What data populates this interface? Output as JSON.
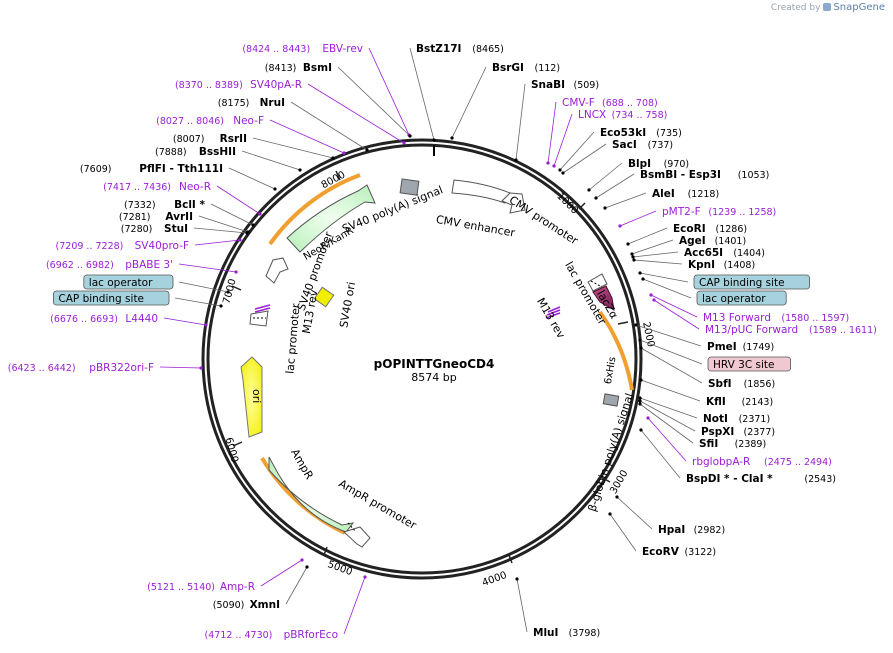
{
  "credit": {
    "prefix": "Created by",
    "brand": "SnapGene"
  },
  "plasmid": {
    "name": "pOPINTTGneoCD4",
    "size_label": "8574 bp"
  },
  "colors": {
    "site": "#000000",
    "primer": "#9a1ed6",
    "cap": "#a6d2de",
    "hrv": "#f0c8d2",
    "leader": "#666666"
  },
  "ruler": [
    {
      "label": "1000"
    },
    {
      "label": "2000"
    },
    {
      "label": "3000"
    },
    {
      "label": "4000"
    },
    {
      "label": "5000"
    },
    {
      "label": "6000"
    },
    {
      "label": "7000"
    },
    {
      "label": "8000"
    }
  ],
  "right_labels": [
    {
      "name": "BstZ17I",
      "pos": "(8465)",
      "kind": "site"
    },
    {
      "name": "BsrGI",
      "pos": "(112)",
      "kind": "site"
    },
    {
      "name": "SnaBI",
      "pos": "(509)",
      "kind": "site"
    },
    {
      "name": "CMV-F",
      "pos": "(688 .. 708)",
      "kind": "primer"
    },
    {
      "name": "LNCX",
      "pos": "(734 .. 758)",
      "kind": "primer"
    },
    {
      "name": "Eco53kI",
      "pos": "(735)",
      "kind": "site"
    },
    {
      "name": "SacI",
      "pos": "(737)",
      "kind": "site"
    },
    {
      "name": "BlpI",
      "pos": "(970)",
      "kind": "site"
    },
    {
      "name": "BsmBI - Esp3I",
      "pos": "(1053)",
      "kind": "site"
    },
    {
      "name": "AleI",
      "pos": "(1218)",
      "kind": "site"
    },
    {
      "name": "pMT2-F",
      "pos": "(1239 .. 1258)",
      "kind": "primer"
    },
    {
      "name": "EcoRI",
      "pos": "(1286)",
      "kind": "site"
    },
    {
      "name": "AgeI",
      "pos": "(1401)",
      "kind": "site"
    },
    {
      "name": "Acc65I",
      "pos": "(1404)",
      "kind": "site"
    },
    {
      "name": "KpnI",
      "pos": "(1408)",
      "kind": "site"
    },
    {
      "name": "CAP binding site",
      "pos": "",
      "kind": "cap"
    },
    {
      "name": "lac operator",
      "pos": "",
      "kind": "cap"
    },
    {
      "name": "M13 Forward",
      "pos": "(1580 .. 1597)",
      "kind": "primer"
    },
    {
      "name": "M13/pUC Forward",
      "pos": "(1589 .. 1611)",
      "kind": "primer"
    },
    {
      "name": "PmeI",
      "pos": "(1749)",
      "kind": "site"
    },
    {
      "name": "HRV 3C site",
      "pos": "",
      "kind": "hrv"
    },
    {
      "name": "SbfI",
      "pos": "(1856)",
      "kind": "site"
    },
    {
      "name": "KflI",
      "pos": "(2143)",
      "kind": "site"
    },
    {
      "name": "NotI",
      "pos": "(2371)",
      "kind": "site"
    },
    {
      "name": "PspXI",
      "pos": "(2377)",
      "kind": "site"
    },
    {
      "name": "SfiI",
      "pos": "(2389)",
      "kind": "site"
    },
    {
      "name": "rbglobpA-R",
      "pos": "(2475 .. 2494)",
      "kind": "primer"
    },
    {
      "name": "BspDI * - ClaI *",
      "pos": "(2543)",
      "kind": "site"
    },
    {
      "name": "HpaI",
      "pos": "(2982)",
      "kind": "site"
    },
    {
      "name": "EcoRV",
      "pos": "(3122)",
      "kind": "site"
    },
    {
      "name": "MluI",
      "pos": "(3798)",
      "kind": "site"
    }
  ],
  "left_labels": [
    {
      "name": "EBV-rev",
      "pos": "(8424 .. 8443)",
      "kind": "primer"
    },
    {
      "name": "BsmI",
      "pos": "(8413)",
      "kind": "site"
    },
    {
      "name": "SV40pA-R",
      "pos": "(8370 .. 8389)",
      "kind": "primer"
    },
    {
      "name": "NruI",
      "pos": "(8175)",
      "kind": "site"
    },
    {
      "name": "Neo-F",
      "pos": "(8027 .. 8046)",
      "kind": "primer"
    },
    {
      "name": "RsrII",
      "pos": "(8007)",
      "kind": "site"
    },
    {
      "name": "BssHII",
      "pos": "(7888)",
      "kind": "site"
    },
    {
      "name": "PflFI - Tth111I",
      "pos": "(7609)",
      "kind": "site"
    },
    {
      "name": "Neo-R",
      "pos": "(7417 .. 7436)",
      "kind": "primer"
    },
    {
      "name": "BclI *",
      "pos": "(7332)",
      "kind": "site"
    },
    {
      "name": "AvrII",
      "pos": "(7281)",
      "kind": "site"
    },
    {
      "name": "StuI",
      "pos": "(7280)",
      "kind": "site"
    },
    {
      "name": "SV40pro-F",
      "pos": "(7209 .. 7228)",
      "kind": "primer"
    },
    {
      "name": "pBABE 3'",
      "pos": "(6962 .. 6982)",
      "kind": "primer"
    },
    {
      "name": "lac operator",
      "pos": "",
      "kind": "cap"
    },
    {
      "name": "CAP binding site",
      "pos": "",
      "kind": "cap"
    },
    {
      "name": "L4440",
      "pos": "(6676 .. 6693)",
      "kind": "primer"
    },
    {
      "name": "pBR322ori-F",
      "pos": "(6423 .. 6442)",
      "kind": "primer"
    },
    {
      "name": "Amp-R",
      "pos": "(5121 .. 5140)",
      "kind": "primer"
    },
    {
      "name": "XmnI",
      "pos": "(5090)",
      "kind": "site"
    },
    {
      "name": "pBRforEco",
      "pos": "(4712 .. 4730)",
      "kind": "primer"
    }
  ],
  "features": [
    {
      "name": "SV40 poly(A) signal"
    },
    {
      "name": "CMV enhancer"
    },
    {
      "name": "CMV promoter"
    },
    {
      "name": "lac promoter"
    },
    {
      "name": "lacZα"
    },
    {
      "name": "M13 rev"
    },
    {
      "name": "6xHis"
    },
    {
      "name": "β-globin poly(A) signal"
    },
    {
      "name": "NeoR/KanR"
    },
    {
      "name": "SV40 promoter"
    },
    {
      "name": "SV40 ori"
    },
    {
      "name": "M13 rev"
    },
    {
      "name": "lac promoter"
    },
    {
      "name": "ori"
    },
    {
      "name": "AmpR"
    },
    {
      "name": "AmpR promoter"
    }
  ]
}
